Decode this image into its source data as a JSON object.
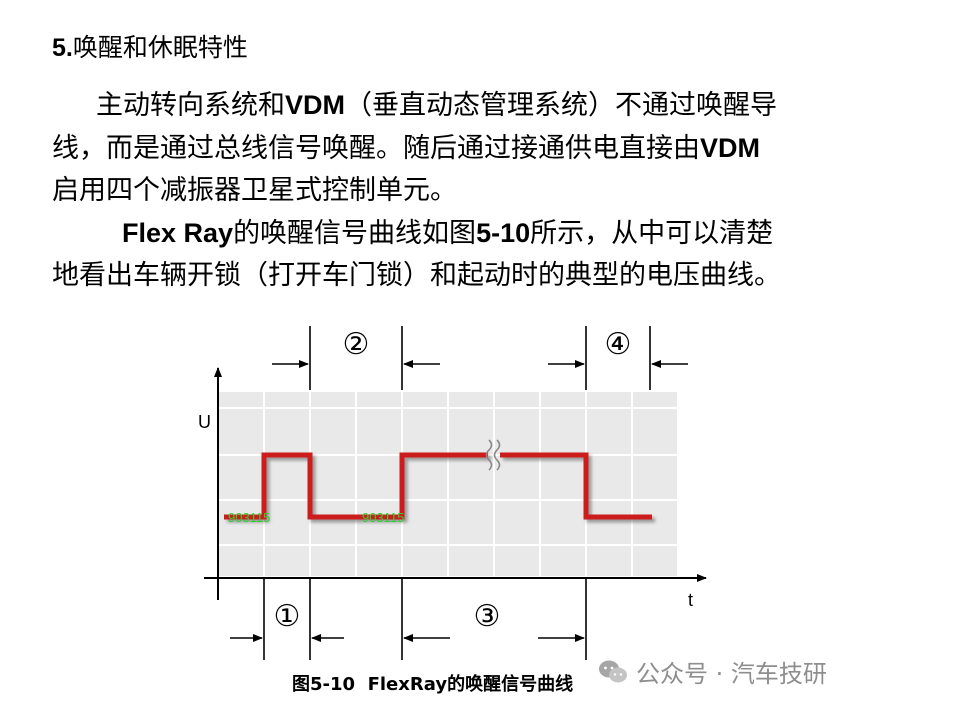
{
  "heading": {
    "num": "5.",
    "text": "唤醒和休眠特性"
  },
  "paragraph1": {
    "l1a": "主动转向系统和",
    "l1b": "VDM",
    "l1c": "（垂直动态管理系统）不通过唤醒导",
    "l2a": "线，而是通过总线信号唤醒。随后通过接通供电直接由",
    "l2b": "VDM",
    "l3": "启用四个减振器卫星式控制单元。"
  },
  "paragraph2": {
    "l1a": "Flex Ray",
    "l1b": "的唤醒信号曲线如图",
    "l1c": "5-10",
    "l1d": "所示，从中可以清楚",
    "l2": "地看出车辆开锁（打开车门锁）和起动时的典型的电压曲线。"
  },
  "figure": {
    "y_axis_label": "U",
    "x_axis_label": "t",
    "markers": {
      "m1": "①",
      "m2": "②",
      "m3": "③",
      "m4": "④"
    },
    "overlay_text_1": "903115",
    "overlay_text_2": "903115",
    "signal_color": "#cc1a1a",
    "overlay_color": "#2ed12e"
  },
  "caption": {
    "prefix": "图",
    "num": "5-10",
    "title": "FlexRay的唤醒信号曲线"
  },
  "watermark": {
    "text": "公众号 · 汽车技研",
    "icon": "wechat-icon"
  }
}
